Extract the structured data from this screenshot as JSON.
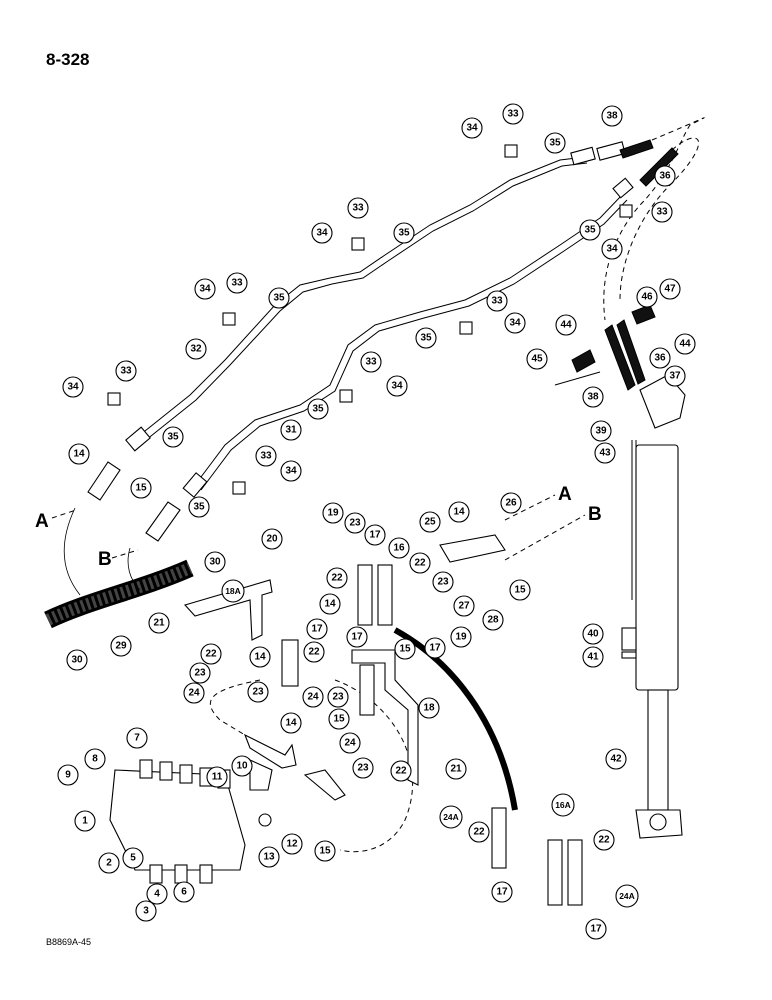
{
  "page_number": "8-328",
  "drawing_code": "B8869A-45",
  "connection_letters": {
    "a": "A",
    "b": "B"
  },
  "callouts": {
    "c1": "1",
    "c2": "2",
    "c3": "3",
    "c4": "4",
    "c5": "5",
    "c6": "6",
    "c7": "7",
    "c8": "8",
    "c9": "9",
    "c10": "10",
    "c11": "11",
    "c12": "12",
    "c13": "13",
    "c14a": "14",
    "c14b": "14",
    "c14c": "14",
    "c14d": "14",
    "c14e": "14",
    "c15a": "15",
    "c15b": "15",
    "c15c": "15",
    "c15d": "15",
    "c15e": "15",
    "c16": "16",
    "c16a": "16A",
    "c17a": "17",
    "c17b": "17",
    "c17c": "17",
    "c17d": "17",
    "c17e": "17",
    "c17f": "17",
    "c18": "18",
    "c18a": "18A",
    "c19a": "19",
    "c19b": "19",
    "c20": "20",
    "c21a": "21",
    "c21b": "21",
    "c22a": "22",
    "c22b": "22",
    "c22c": "22",
    "c22d": "22",
    "c22e": "22",
    "c22f": "22",
    "c22g": "22",
    "c23a": "23",
    "c23b": "23",
    "c23c": "23",
    "c23d": "23",
    "c23e": "23",
    "c23f": "23",
    "c24a": "24",
    "c24b": "24",
    "c24c": "24",
    "c24d": "24A",
    "c24e": "24A",
    "c25": "25",
    "c26": "26",
    "c27": "27",
    "c28": "28",
    "c29": "29",
    "c30a": "30",
    "c30b": "30",
    "c31": "31",
    "c32": "32",
    "c33a": "33",
    "c33b": "33",
    "c33c": "33",
    "c33d": "33",
    "c33e": "33",
    "c33f": "33",
    "c33g": "33",
    "c33h": "33",
    "c34a": "34",
    "c34b": "34",
    "c34c": "34",
    "c34d": "34",
    "c34e": "34",
    "c34f": "34",
    "c34g": "34",
    "c34h": "34",
    "c35a": "35",
    "c35b": "35",
    "c35c": "35",
    "c35d": "35",
    "c35e": "35",
    "c35f": "35",
    "c35g": "35",
    "c35h": "35",
    "c36a": "36",
    "c36b": "36",
    "c37": "37",
    "c38a": "38",
    "c38b": "38",
    "c39": "39",
    "c40": "40",
    "c41": "41",
    "c42": "42",
    "c43": "43",
    "c44a": "44",
    "c44b": "44",
    "c45": "45",
    "c46": "46",
    "c47": "47"
  }
}
